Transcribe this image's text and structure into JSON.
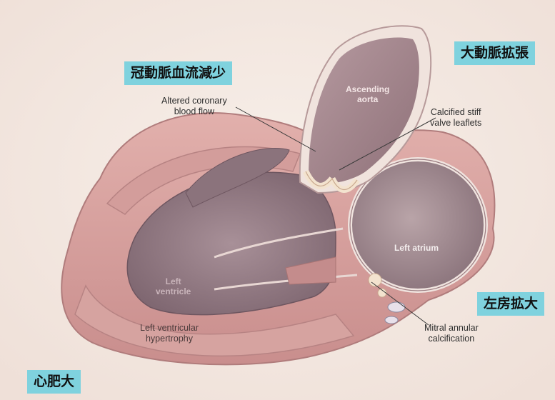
{
  "callouts": {
    "coronary": "冠動脈血流減少",
    "aorta_dilation": "大動脈拡張",
    "atrial_enlargement": "左房拡大",
    "cardiomegaly": "心肥大"
  },
  "labels": {
    "altered_coronary": "Altered coronary\nblood flow",
    "calcified_leaflets": "Calcified stiff\nvalve leaflets",
    "mitral_calcification": "Mitral annular\ncalcification",
    "lv_hypertrophy": "Left ventricular\nhypertrophy",
    "ascending_aorta": "Ascending\naorta",
    "left_atrium": "Left atrium",
    "left_ventricle": "Left\nventricle"
  },
  "colors": {
    "callout_bg": "#7fd2de",
    "muscle": "#d9a3a0",
    "cavity": "#9b7f87",
    "calcification": "#f3e3cf",
    "background": "#f6ece6"
  }
}
